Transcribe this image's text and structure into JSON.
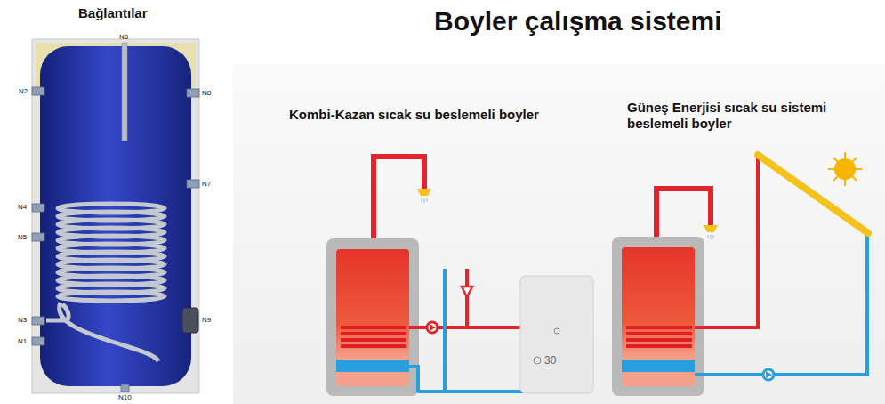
{
  "diagram": {
    "title": "Boyler çalışma sistemi",
    "labels": [
      "Bağlantılar",
      "N6",
      "N2",
      "N8",
      "N7",
      "N4",
      "N5",
      "N3",
      "N9",
      "N1",
      "N10",
      "Kombi-Kazan sıcak su beslemeli boyler",
      "Güneş Enerjisi sıcak su sistemi beslemeli boyler",
      "30"
    ]
  }
}
